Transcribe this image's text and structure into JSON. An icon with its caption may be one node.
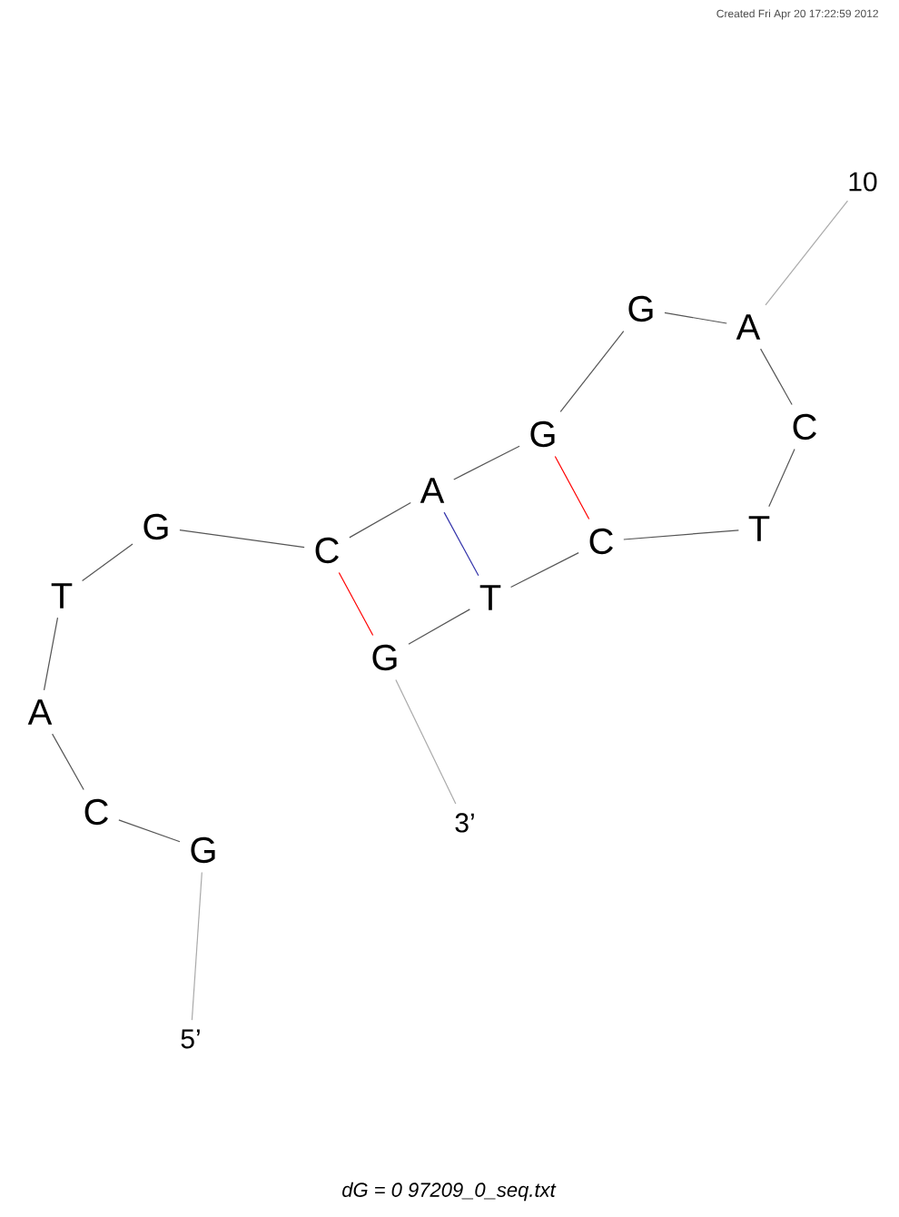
{
  "diagram": {
    "caption": "dG = 0 97209_0_seq.txt",
    "nodes": [
      {
        "text": [
          "G"
        ]
      },
      {
        "text": [
          "C"
        ]
      },
      {
        "text": [
          "A"
        ]
      },
      {
        "text": [
          "T"
        ]
      },
      {
        "text": [
          "G"
        ]
      },
      {
        "text": [
          "C"
        ]
      },
      {
        "text": [
          "A"
        ]
      },
      {
        "text": [
          "G"
        ]
      },
      {
        "text": [
          "G"
        ]
      },
      {
        "text": [
          "A"
        ]
      },
      {
        "text": [
          "C"
        ]
      },
      {
        "text": [
          "T"
        ]
      },
      {
        "text": [
          "C"
        ]
      },
      {
        "text": [
          "T"
        ]
      },
      {
        "text": [
          "G"
        ]
      },
      {
        "text": [
          "5’"
        ]
      },
      {
        "text": [
          "3’"
        ]
      },
      {
        "text": [
          "10"
        ]
      }
    ],
    "edges": [
      {
        "from": 0,
        "to": 1,
        "arrow": "none"
      },
      {
        "from": 1,
        "to": 2,
        "arrow": "none"
      },
      {
        "from": 2,
        "to": 3,
        "arrow": "none"
      },
      {
        "from": 3,
        "to": 4,
        "arrow": "none"
      },
      {
        "from": 4,
        "to": 5,
        "arrow": "none"
      },
      {
        "from": 5,
        "to": 6,
        "arrow": "none"
      },
      {
        "from": 6,
        "to": 7,
        "arrow": "none"
      },
      {
        "from": 7,
        "to": 8,
        "arrow": "none"
      },
      {
        "from": 8,
        "to": 9,
        "arrow": "none"
      },
      {
        "from": 9,
        "to": 10,
        "arrow": "none"
      },
      {
        "from": 10,
        "to": 11,
        "arrow": "none"
      },
      {
        "from": 11,
        "to": 12,
        "arrow": "none"
      },
      {
        "from": 12,
        "to": 13,
        "arrow": "none"
      },
      {
        "from": 13,
        "to": 14,
        "arrow": "none"
      },
      {
        "from": 5,
        "to": 14,
        "arrow": "none",
        "color": "#ff0000"
      },
      {
        "from": 6,
        "to": 13,
        "arrow": "none",
        "color": "#3333aa"
      },
      {
        "from": 7,
        "to": 12,
        "arrow": "none",
        "color": "#ff0000"
      },
      {
        "from": 15,
        "to": 0,
        "arrow": "none",
        "color": "#aaaaaa"
      },
      {
        "from": 16,
        "to": 14,
        "arrow": "none",
        "color": "#aaaaaa"
      },
      {
        "from": 17,
        "to": 9,
        "arrow": "none",
        "color": "#aaaaaa"
      }
    ],
    "labels": [
      "Created Fri Apr 20 17:22:59 2012"
    ]
  }
}
